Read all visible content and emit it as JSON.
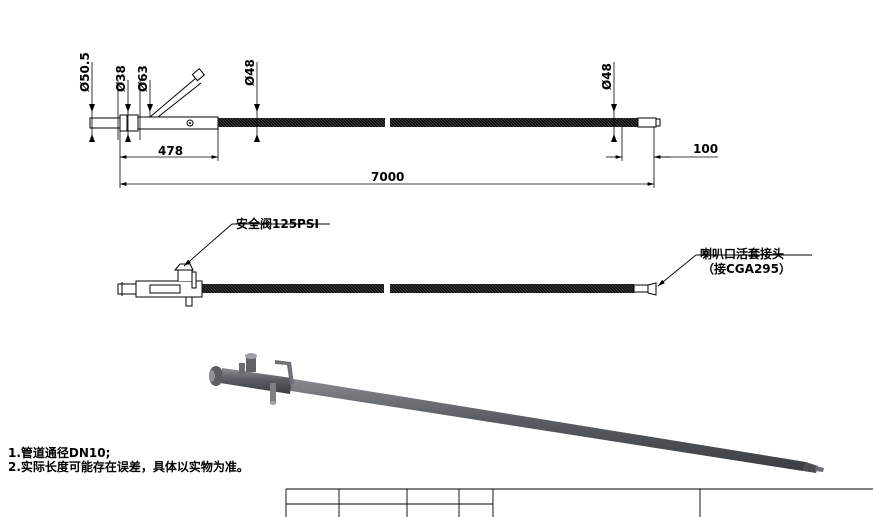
{
  "dimensions": {
    "dia_50_5": "Ø50.5",
    "dia_38": "Ø38",
    "dia_63": "Ø63",
    "dia_48_left": "Ø48",
    "dia_48_right": "Ø48",
    "len_478": "478",
    "len_7000": "7000",
    "len_100": "100"
  },
  "callouts": {
    "safety_valve": "安全阀125PSI",
    "horn_fitting_line1": "喇叭口活套接头",
    "horn_fitting_line2": "（接CGA295）"
  },
  "notes": [
    "1.管道通径DN10;",
    "2.实际长度可能存在误差，具体以实物为准。"
  ],
  "title_block": {
    "cells": []
  }
}
